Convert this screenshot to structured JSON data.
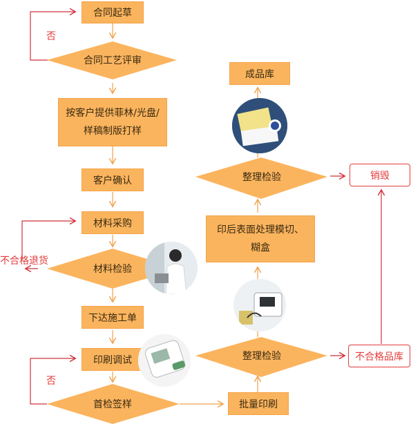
{
  "nodes": {
    "contract_draft": "合同起草",
    "contract_review": "合同工艺评审",
    "sample_making": "按客户提供菲林/光盘/样稿制版打样",
    "customer_confirm": "客户确认",
    "material_purchase": "材料采购",
    "material_inspect": "材料检验",
    "issue_order": "下达施工单",
    "print_debug": "印刷调试",
    "first_sample": "首检签样",
    "mass_print": "批量印刷",
    "sort_inspect_1": "整理检验",
    "post_process": "印后表面处理模切、糊盒",
    "sort_inspect_2": "整理检验",
    "finished_store": "成品库",
    "destroy": "销毁",
    "reject_store": "不合格品库"
  },
  "labels": {
    "no_1": "否",
    "no_2": "否",
    "reject_return": "不合格退货"
  },
  "colors": {
    "node_fill": "#fbb45e",
    "arrow_orange": "#f0a14a",
    "arrow_red": "#d0303a",
    "red_text": "#e33b3b"
  }
}
